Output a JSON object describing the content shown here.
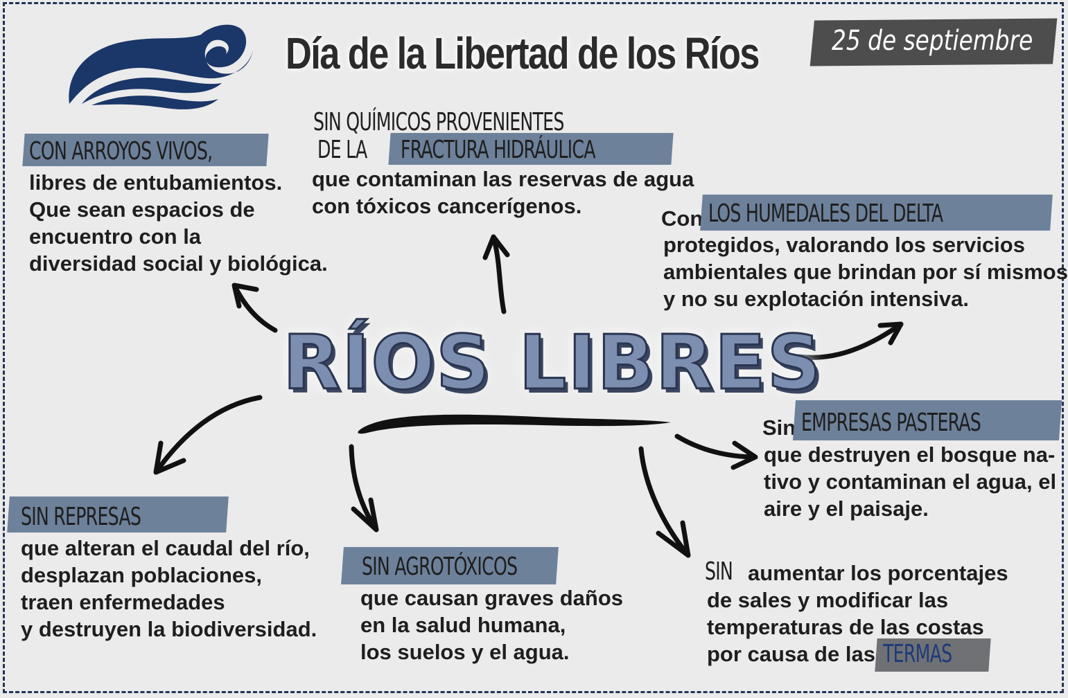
{
  "title": "Día de la Libertad de los Ríos",
  "date": "25 de septiembre",
  "center": "RÍOS LIBRES",
  "colors": {
    "background": "#ebebeb",
    "highlight": "#6d819a",
    "wave": "#1b3668",
    "text": "#1e1e1e",
    "date_badge": "#4d4d4d"
  },
  "logo": "wave-icon",
  "nodes": {
    "arroyos": {
      "heading": "CON ARROYOS VIVOS,",
      "lines": [
        "libres de entubamientos.",
        "Que sean espacios de",
        "encuentro con la",
        "diversidad social y biológica."
      ]
    },
    "quimicos": {
      "heading_1": "SIN QUÍMICOS PROVENIENTES",
      "heading_2_prefix": "DE LA",
      "heading_2_highlight": "FRACTURA HIDRÁULICA",
      "lines": [
        "que contaminan las reservas de agua",
        "con tóxicos cancerígenos."
      ]
    },
    "humedales": {
      "prefix": "Con",
      "heading": "LOS HUMEDALES DEL DELTA",
      "lines": [
        "protegidos, valorando los servicios",
        "ambientales que brindan por sí mismos",
        "y no su explotación intensiva."
      ]
    },
    "pasteras": {
      "prefix": "Sin",
      "heading": "EMPRESAS PASTERAS",
      "lines": [
        "que destruyen el bosque na-",
        "tivo y contaminan el agua, el",
        "aire y el paisaje."
      ]
    },
    "represas": {
      "heading": "SIN REPRESAS",
      "lines": [
        "que alteran el caudal del río,",
        "desplazan poblaciones,",
        "traen enfermedades",
        "y destruyen la biodiversidad."
      ]
    },
    "agrotoxicos": {
      "heading": "SIN AGROTÓXICOS",
      "lines": [
        "que causan graves daños",
        "en la salud humana,",
        "los suelos y el agua."
      ]
    },
    "termas": {
      "prefix": "SIN",
      "line_1": "aumentar los porcentajes",
      "lines": [
        "de sales y modificar las",
        "temperaturas de las costas"
      ],
      "last_prefix": "por causa de las",
      "highlight": "TERMAS"
    }
  }
}
